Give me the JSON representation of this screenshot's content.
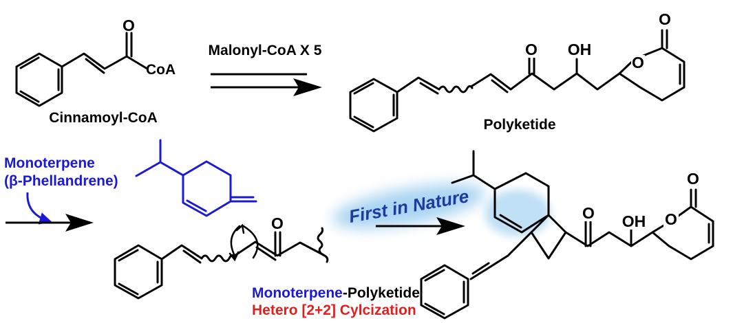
{
  "reagents": {
    "malonyl": "Malonyl-CoA X 5"
  },
  "compounds": {
    "cinnamoyl": {
      "name": "Cinnamoyl-CoA",
      "atom_o": "O",
      "atom_coa": "CoA"
    },
    "polyketide": {
      "name": "Polyketide",
      "atom_o_ketone": "O",
      "atom_oh": "OH",
      "atom_o_ring": "O",
      "atom_o_lactone": "O"
    },
    "intermediate": {
      "atom_o": "O"
    },
    "product": {
      "atom_o_ketone": "O",
      "atom_oh": "OH",
      "atom_o_ring": "O",
      "atom_o_lactone": "O"
    }
  },
  "monoterpene": {
    "label_line1": "Monoterpene",
    "label_line2": "(β-Phellandrene)"
  },
  "caption": {
    "part_blue": "Monoterpene",
    "part_black": "-Polyketide",
    "line2": "Hetero [2+2] Cylcization"
  },
  "badge": {
    "text": "First in Nature"
  },
  "colors": {
    "ink": "#000000",
    "terpene_blue": "#1a1ad6",
    "cyclization_red": "#e01f1f",
    "badge_text": "#1f3a9e",
    "highlight": "#bfe0f5"
  }
}
